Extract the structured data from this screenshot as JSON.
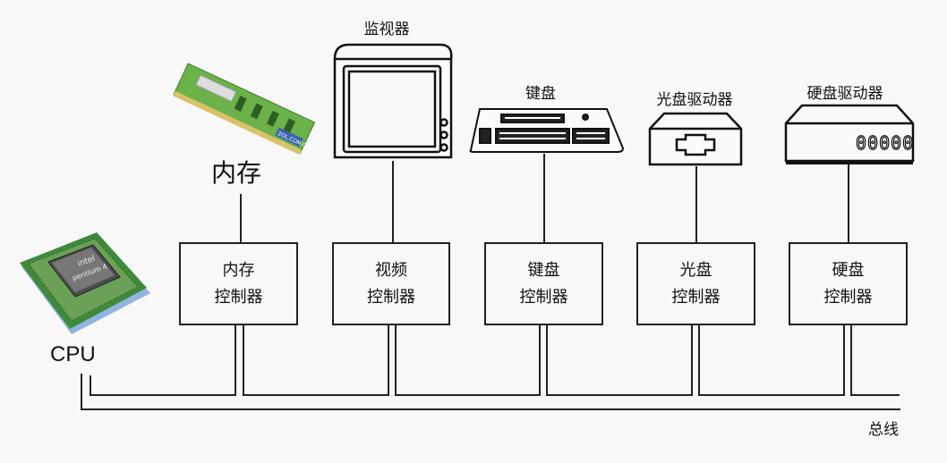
{
  "diagram": {
    "cpu": {
      "label": "CPU",
      "chip_text": [
        "intel",
        "pentium 4"
      ]
    },
    "memory": {
      "label": "内存",
      "badge": "ZOL.COM.CN"
    },
    "devices": [
      {
        "id": "monitor",
        "label": "监视器"
      },
      {
        "id": "keyboard",
        "label": "键盘"
      },
      {
        "id": "optical",
        "label": "光盘驱动器"
      },
      {
        "id": "hdd",
        "label": "硬盘驱动器",
        "display": "00000"
      }
    ],
    "controllers": [
      {
        "id": "memory",
        "line1": "内存",
        "line2": "控制器"
      },
      {
        "id": "video",
        "line1": "视频",
        "line2": "控制器"
      },
      {
        "id": "keyboard",
        "line1": "键盘",
        "line2": "控制器"
      },
      {
        "id": "optical",
        "line1": "光盘",
        "line2": "控制器"
      },
      {
        "id": "hdd",
        "line1": "硬盘",
        "line2": "控制器"
      }
    ],
    "bus_label": "总线"
  }
}
